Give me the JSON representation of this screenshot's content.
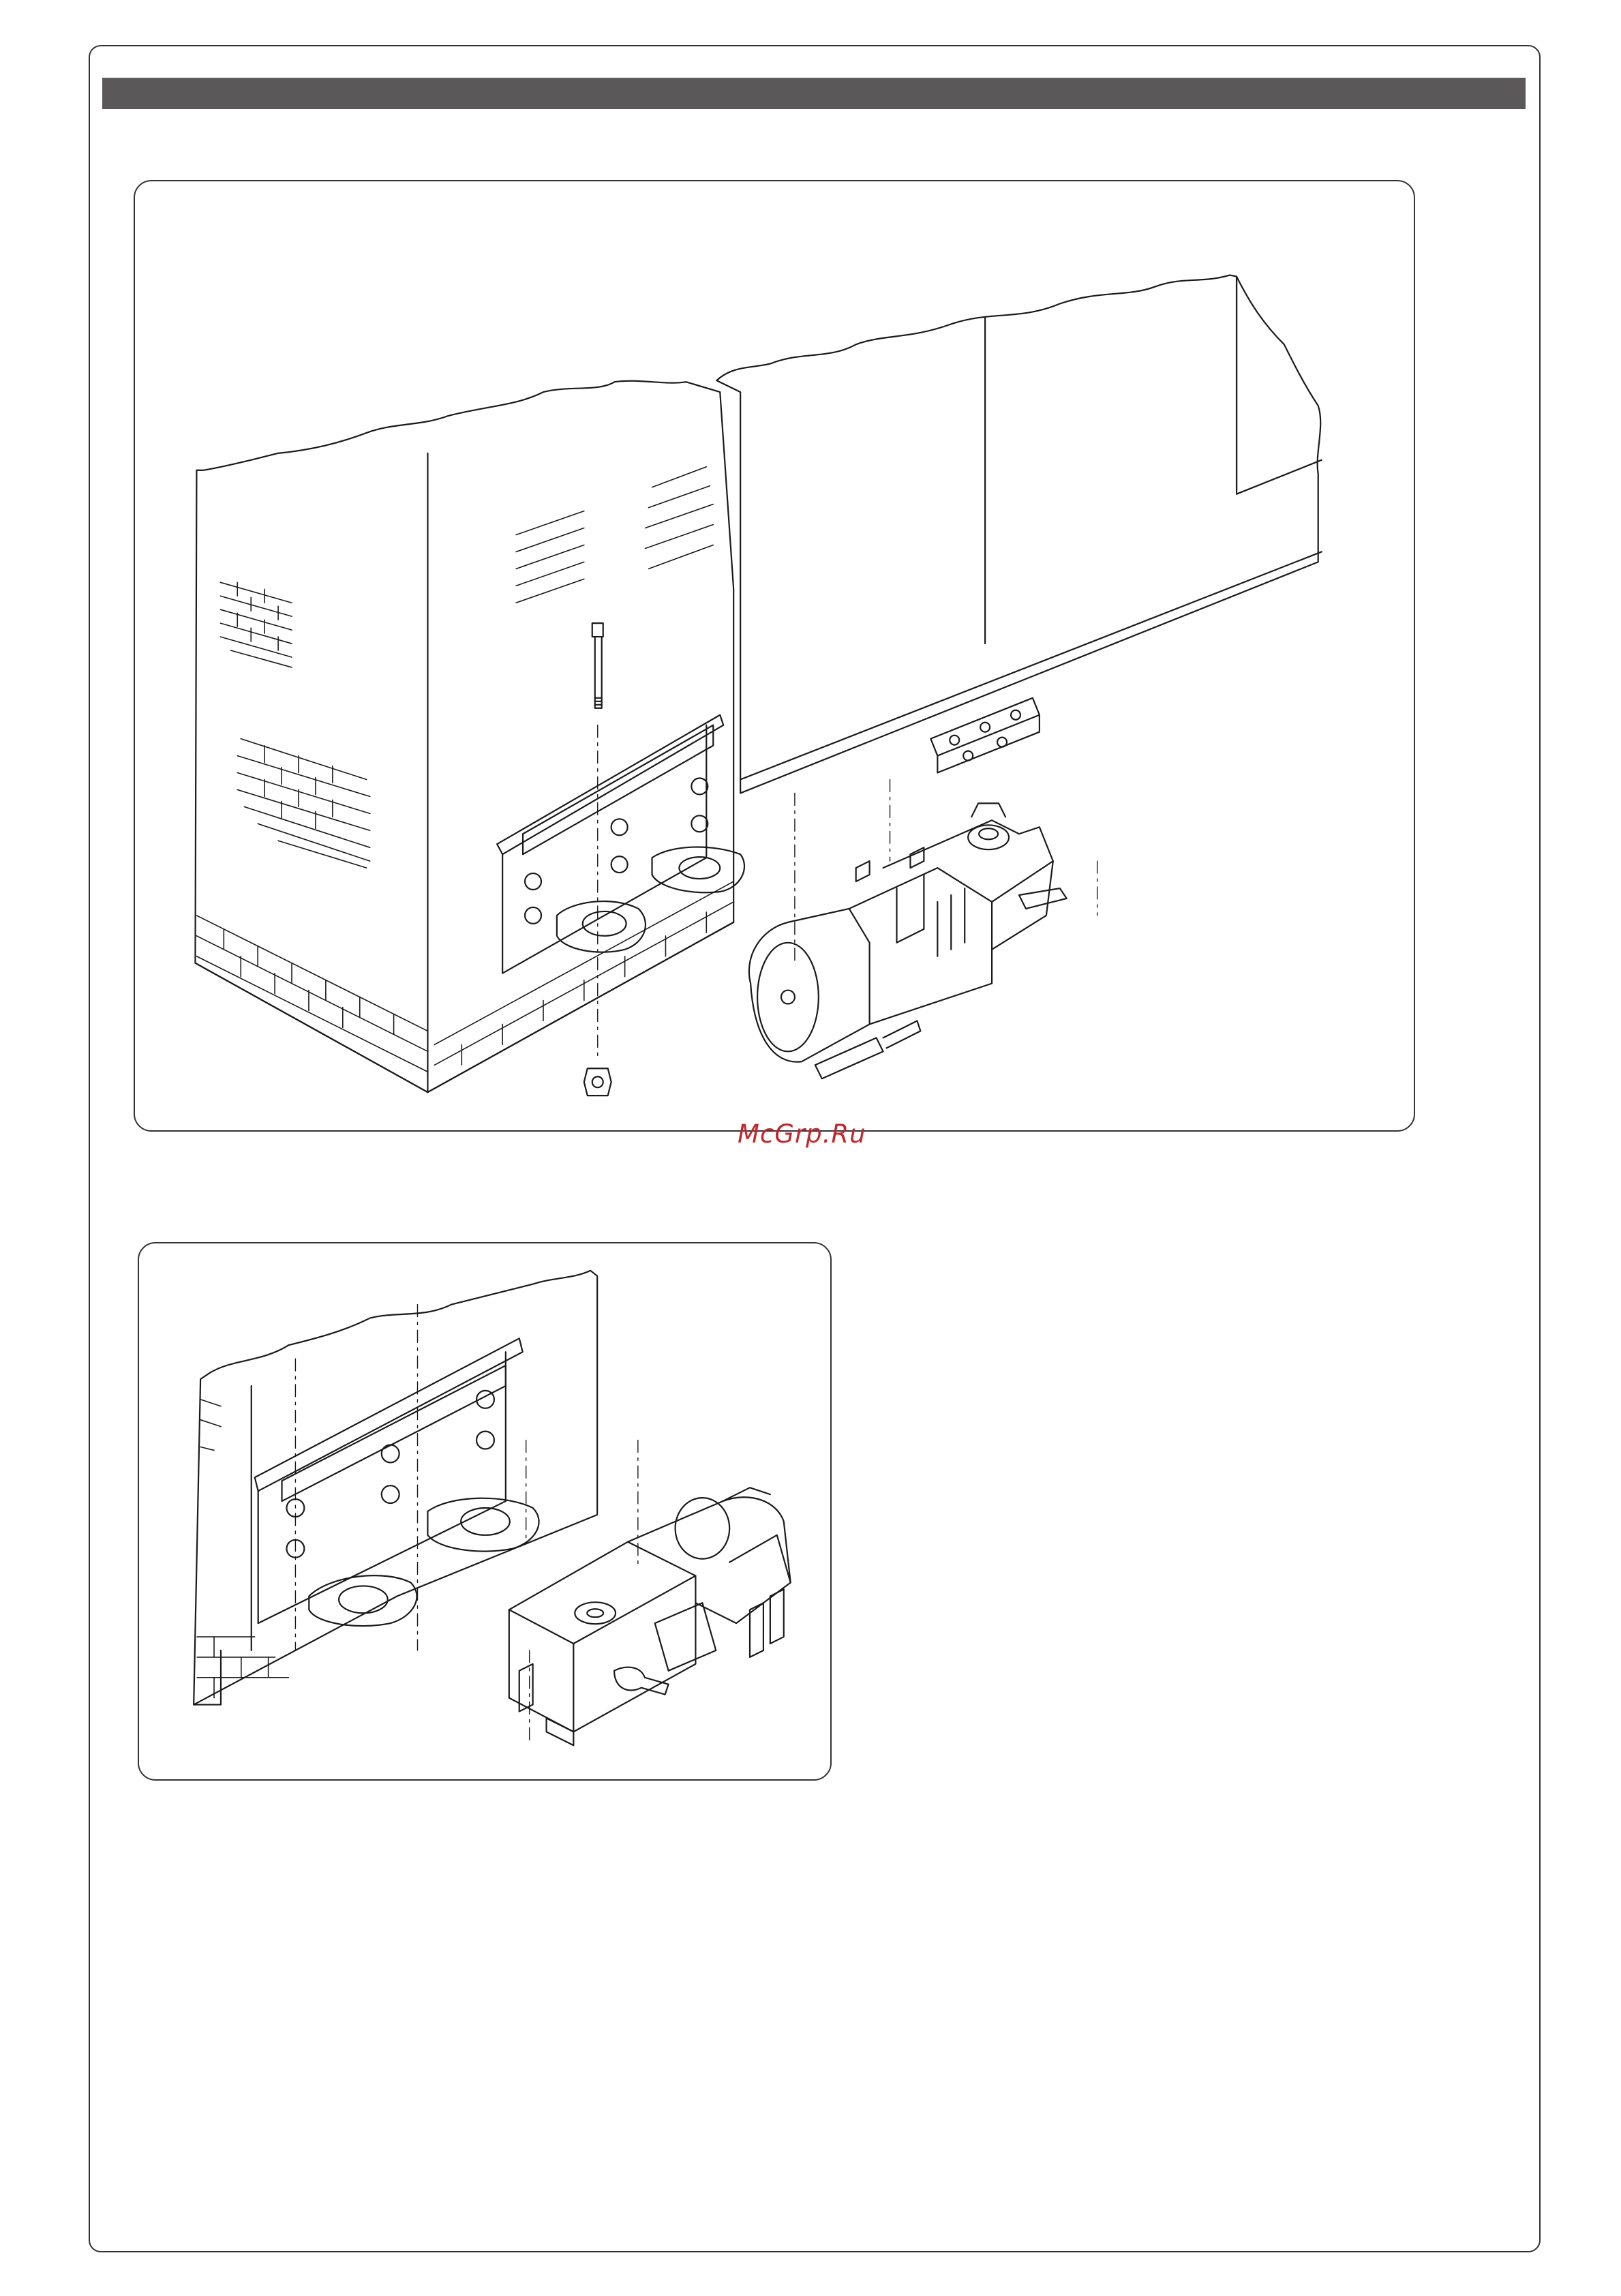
{
  "watermark": {
    "text": "McGrp.Ru"
  },
  "colors": {
    "header_bar": "#5a5858",
    "line_art": "#1a1a1a",
    "watermark": "#c0282e"
  },
  "figures": [
    {
      "id": "fig1",
      "content": "installation-drawing-wall-bracket-and-motor"
    },
    {
      "id": "fig2",
      "content": "detail-drawing-bracket-and-motor-alignment"
    }
  ]
}
